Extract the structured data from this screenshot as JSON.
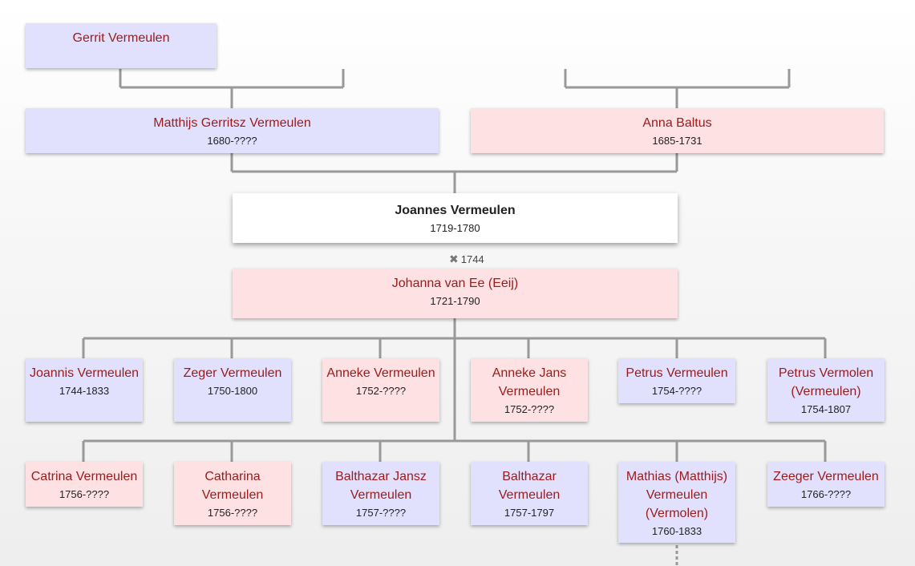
{
  "grandparents": {
    "paternal_grandfather": {
      "name": "Gerrit Vermeulen",
      "dates": ""
    }
  },
  "parents": {
    "father": {
      "name": "Matthijs Gerritsz Vermeulen",
      "dates": "1680-????"
    },
    "mother": {
      "name": "Anna Baltus",
      "dates": "1685-1731"
    }
  },
  "focus": {
    "name": "Joannes Vermeulen",
    "dates": "1719-1780"
  },
  "marriage": {
    "year": "1744"
  },
  "spouse": {
    "name": "Johanna van Ee (Eeij)",
    "dates": "1721-1790"
  },
  "children": [
    {
      "name": "Joannis Vermeulen",
      "dates": "1744-1833",
      "sex": "male"
    },
    {
      "name": "Zeger Vermeulen",
      "dates": "1750-1800",
      "sex": "male"
    },
    {
      "name": "Anneke Vermeulen",
      "dates": "1752-????",
      "sex": "female"
    },
    {
      "name": "Anneke Jans Vermeulen",
      "dates": "1752-????",
      "sex": "female"
    },
    {
      "name": "Petrus Vermeulen",
      "dates": "1754-????",
      "sex": "male"
    },
    {
      "name": "Petrus Vermolen (Vermeulen)",
      "dates": "1754-1807",
      "sex": "male"
    },
    {
      "name": "Catrina Vermeulen",
      "dates": "1756-????",
      "sex": "female"
    },
    {
      "name": "Catharina Vermeulen",
      "dates": "1756-????",
      "sex": "female"
    },
    {
      "name": "Balthazar Jansz Vermeulen",
      "dates": "1757-????",
      "sex": "male"
    },
    {
      "name": "Balthazar Vermeulen",
      "dates": "1757-1797",
      "sex": "male"
    },
    {
      "name": "Mathias (Matthijs) Vermeulen (Vermolen)",
      "dates": "1760-1833",
      "sex": "male"
    },
    {
      "name": "Zeeger Vermeulen",
      "dates": "1766-????",
      "sex": "male"
    }
  ],
  "colors": {
    "male": "#e1e1fe",
    "female": "#fde1e3",
    "name_text": "#9b1b1b",
    "connector": "#999999"
  }
}
